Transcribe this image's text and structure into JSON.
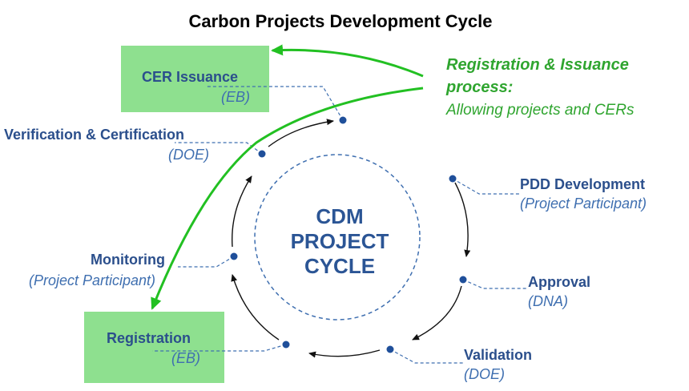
{
  "title": "Carbon Projects Development Cycle",
  "center": {
    "line1": "CDM",
    "line2": "PROJECT",
    "line3": "CYCLE"
  },
  "process": {
    "title_line1": "Registration & Issuance",
    "title_line2": "process:",
    "subtitle": "Allowing projects and CERs"
  },
  "stages": {
    "pdd": {
      "label": "PDD Development",
      "actor": "(Project Participant)"
    },
    "approval": {
      "label": "Approval",
      "actor": "(DNA)"
    },
    "validation": {
      "label": "Validation",
      "actor": "(DOE)"
    },
    "registration": {
      "label": "Registration",
      "actor": "(EB)"
    },
    "monitoring": {
      "label": "Monitoring",
      "actor": "(Project Participant)"
    },
    "verification": {
      "label": "Verification & Certification",
      "actor": "(DOE)"
    },
    "issuance": {
      "label": "CER Issuance",
      "actor": "(EB)"
    }
  },
  "colors": {
    "title": "#000000",
    "stage_label": "#2b4f8c",
    "actor": "#3f6fb0",
    "highlight_box": "#8ee08f",
    "process_arrow": "#22c022",
    "node": "#1f4f9a"
  }
}
